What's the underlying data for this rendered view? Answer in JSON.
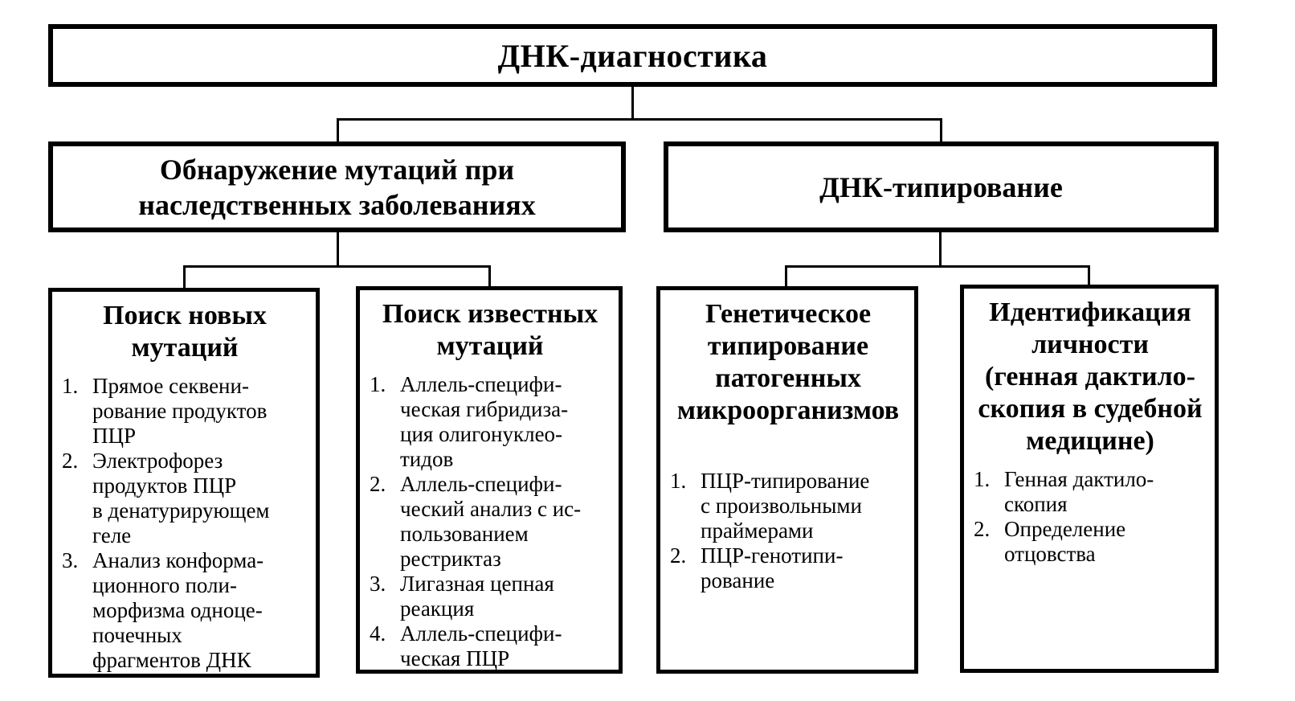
{
  "diagram": {
    "colors": {
      "ink": "#000000",
      "paper": "#ffffff"
    },
    "root": {
      "title": "ДНК-диагностика"
    },
    "branches": [
      {
        "title": "Обнаружение мутаций при\nнаследственных заболеваниях"
      },
      {
        "title": "ДНК-типирование"
      }
    ],
    "leaves": [
      {
        "title": "Поиск новых\nмутаций",
        "items": [
          {
            "num": "1.",
            "text": "Прямое секвени-\nрование продуктов\nПЦР"
          },
          {
            "num": "2.",
            "text": "Электрофорез\nпродуктов ПЦР\nв денатурирующем\nгеле"
          },
          {
            "num": "3.",
            "text": "Анализ конформа-\nционного поли-\nморфизма одноце-\nпочечных\nфрагментов ДНК"
          }
        ]
      },
      {
        "title": "Поиск известных\nмутаций",
        "items": [
          {
            "num": "1.",
            "text": "Аллель-специфи-\nческая гибридиза-\nция олигонуклео-\nтидов"
          },
          {
            "num": "2.",
            "text": "Аллель-специфи-\nческий анализ с ис-\nпользованием\nрестриктаз"
          },
          {
            "num": "3.",
            "text": "Лигазная цепная\nреакция"
          },
          {
            "num": "4.",
            "text": "Аллель-специфи-\nческая ПЦР"
          }
        ]
      },
      {
        "title": "Генетическое\nтипирование\nпатогенных\nмикроорганизмов",
        "items": [
          {
            "num": "1.",
            "text": "ПЦР-типирование\nс произвольными\nпраймерами"
          },
          {
            "num": "2.",
            "text": "ПЦР-генотипи-\nрование"
          }
        ]
      },
      {
        "title": "Идентификация\nличности\n(генная дактило-\nскопия в судебной\nмедицине)",
        "items": [
          {
            "num": "1.",
            "text": "Генная дактило-\nскопия"
          },
          {
            "num": "2.",
            "text": "Определение\nотцовства"
          }
        ]
      }
    ]
  }
}
